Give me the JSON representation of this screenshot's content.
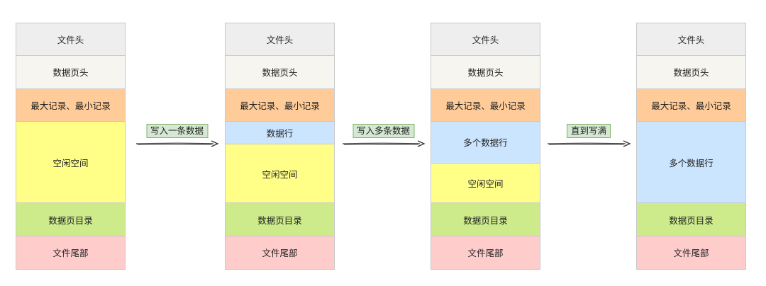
{
  "colors": {
    "header": "#eeeeee",
    "page_header": "#f7f5ef",
    "minmax": "#ffcc99",
    "data_rows": "#cce5ff",
    "free_space": "#ffff88",
    "directory": "#cdeb8b",
    "trailer": "#ffcccc",
    "label_bg": "#d5e8d4",
    "arrow": "#333333"
  },
  "stages": [
    {
      "blocks": [
        {
          "label": "文件头",
          "kind": "header",
          "weight": 1
        },
        {
          "label": "数据页头",
          "kind": "page_header",
          "weight": 1
        },
        {
          "label": "最大记录、最小记录",
          "kind": "minmax",
          "weight": 1
        },
        {
          "label": "空闲空间",
          "kind": "free_space",
          "weight": 2.5
        },
        {
          "label": "数据页目录",
          "kind": "directory",
          "weight": 1
        },
        {
          "label": "文件尾部",
          "kind": "trailer",
          "weight": 1
        }
      ]
    },
    {
      "blocks": [
        {
          "label": "文件头",
          "kind": "header",
          "weight": 1
        },
        {
          "label": "数据页头",
          "kind": "page_header",
          "weight": 1
        },
        {
          "label": "最大记录、最小记录",
          "kind": "minmax",
          "weight": 1
        },
        {
          "label": "数据行",
          "kind": "data_rows",
          "weight": 0.7
        },
        {
          "label": "空闲空间",
          "kind": "free_space",
          "weight": 1.8
        },
        {
          "label": "数据页目录",
          "kind": "directory",
          "weight": 1
        },
        {
          "label": "文件尾部",
          "kind": "trailer",
          "weight": 1
        }
      ]
    },
    {
      "blocks": [
        {
          "label": "文件头",
          "kind": "header",
          "weight": 1
        },
        {
          "label": "数据页头",
          "kind": "page_header",
          "weight": 1
        },
        {
          "label": "最大记录、最小记录",
          "kind": "minmax",
          "weight": 1
        },
        {
          "label": "多个数据行",
          "kind": "data_rows",
          "weight": 1.27
        },
        {
          "label": "空闲空间",
          "kind": "free_space",
          "weight": 1.23
        },
        {
          "label": "数据页目录",
          "kind": "directory",
          "weight": 1
        },
        {
          "label": "文件尾部",
          "kind": "trailer",
          "weight": 1
        }
      ]
    },
    {
      "blocks": [
        {
          "label": "文件头",
          "kind": "header",
          "weight": 1
        },
        {
          "label": "数据页头",
          "kind": "page_header",
          "weight": 1
        },
        {
          "label": "最大记录、最小记录",
          "kind": "minmax",
          "weight": 1
        },
        {
          "label": "多个数据行",
          "kind": "data_rows",
          "weight": 2.5
        },
        {
          "label": "数据页目录",
          "kind": "directory",
          "weight": 1
        },
        {
          "label": "文件尾部",
          "kind": "trailer",
          "weight": 1
        }
      ]
    }
  ],
  "arrows": [
    {
      "label": "写入一条数据"
    },
    {
      "label": "写入多条数据"
    },
    {
      "label": "直到写满"
    }
  ]
}
